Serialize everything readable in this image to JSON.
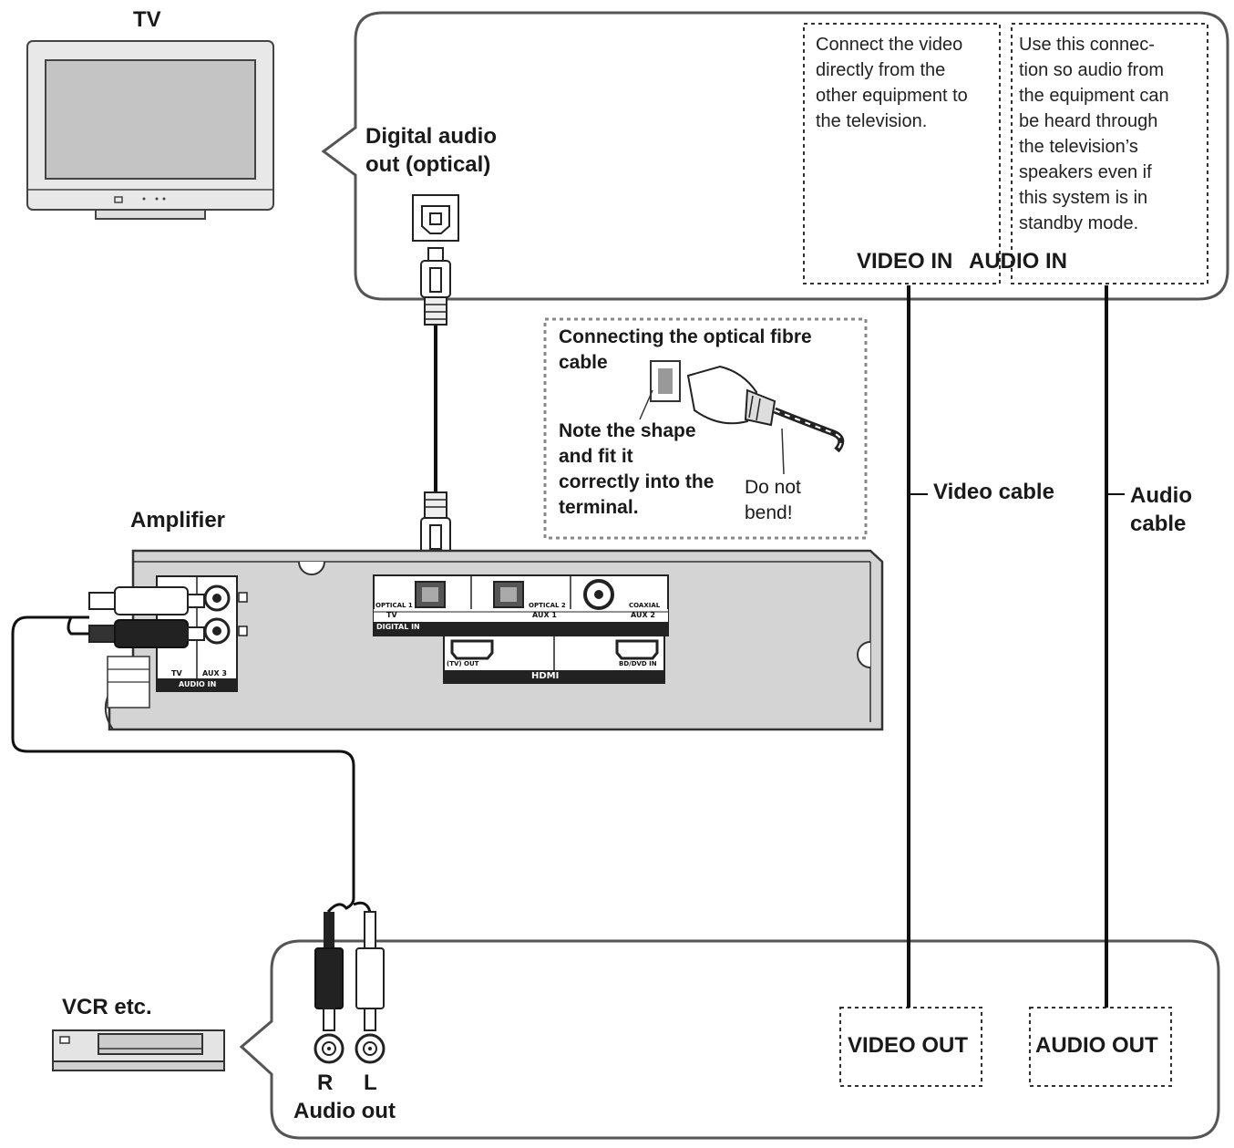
{
  "devices": {
    "tv": "TV",
    "amplifier": "Amplifier",
    "vcr": "VCR etc."
  },
  "tv_callout": {
    "digital_audio_out": "Digital audio\nout (optical)",
    "video_note": "Connect the video\ndirectly from the\nother equipment to\nthe television.",
    "audio_note": "Use this connec-\ntion so audio from\nthe equipment can\nbe heard through\nthe television’s\nspeakers even if\nthis system is in\nstandby mode.",
    "video_in": "VIDEO IN",
    "audio_in": "AUDIO IN"
  },
  "optical_tip": {
    "title": "Connecting the optical fibre\ncable",
    "instruction": "Note the shape\nand fit it\ncorrectly into the\nterminal.",
    "warning": "Do not\nbend!"
  },
  "cables": {
    "video": "Video cable",
    "audio": "Audio\ncable"
  },
  "vcr_callout": {
    "r": "R",
    "l": "L",
    "audio_out": "Audio out",
    "video_out": "VIDEO OUT",
    "audio_out_terminal": "AUDIO OUT"
  },
  "amp_panel": {
    "optical1": "OPTICAL 1",
    "tv": "TV",
    "optical2": "OPTICAL 2",
    "aux1": "AUX 1",
    "coaxial": "COAXIAL",
    "aux2": "AUX 2",
    "digital_in": "DIGITAL IN",
    "tv_out": "(TV) OUT",
    "bd_dvd_in": "BD/DVD IN",
    "hdmi": "HDMI",
    "analog_tv": "TV",
    "aux3": "AUX 3",
    "audio_in": "AUDIO IN"
  }
}
